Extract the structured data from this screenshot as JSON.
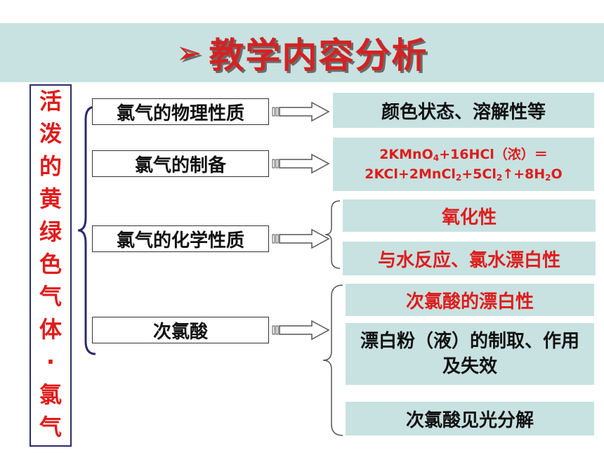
{
  "banner": {
    "arrow": "➢",
    "title": "教学内容分析"
  },
  "side_title_chars": [
    "活",
    "泼",
    "的",
    "黄",
    "绿",
    "色",
    "气",
    "体",
    "·",
    "氯",
    "气"
  ],
  "topics": [
    {
      "label": "氯气的物理性质"
    },
    {
      "label": "氯气的制备"
    },
    {
      "label": "氯气的化学性质"
    },
    {
      "label": "次氯酸"
    }
  ],
  "details": {
    "physical": "颜色状态、溶解性等",
    "preparation_eq": {
      "line1_a": "2KMnO",
      "line1_sub": "4",
      "line1_b": "+16HCl（浓）＝",
      "line2_a": "2KCl+2MnCl",
      "line2_sub1": "2",
      "line2_b": "+5Cl",
      "line2_sub2": "2",
      "line2_c": "↑+8H",
      "line2_sub3": "2",
      "line2_d": "O"
    },
    "chemical": [
      "氧化性",
      "与水反应、氯水漂白性"
    ],
    "hypochlorous": [
      "次氯酸的漂白性",
      "漂白粉（液）的制取、作用及失效",
      "次氯酸见光分解"
    ]
  },
  "colors": {
    "banner_bg": "#c7e2e1",
    "accent_red": "#e01b1b",
    "outline_navy": "#2b2b6e"
  }
}
